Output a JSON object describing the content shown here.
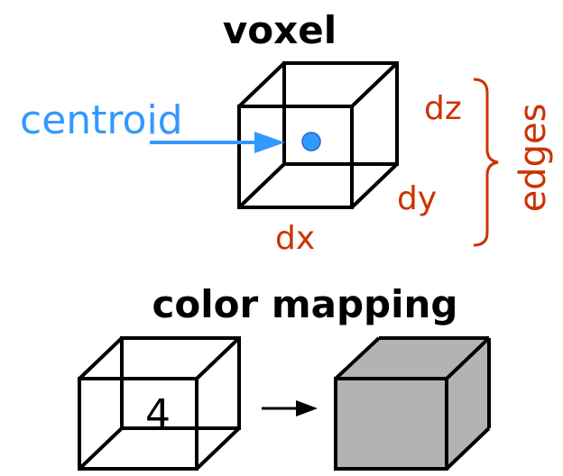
{
  "top": {
    "title": "voxel",
    "centroid_label": "centroid",
    "edge_dx": "dx",
    "edge_dy": "dy",
    "edge_dz": "dz",
    "edges_label": "edges"
  },
  "bottom": {
    "title": "color mapping",
    "voxel_value": "4"
  },
  "colors": {
    "centroid": "#3399ff",
    "edges": "#cc3300",
    "filled_cube": "#b3b3b3",
    "lines": "#000000"
  }
}
